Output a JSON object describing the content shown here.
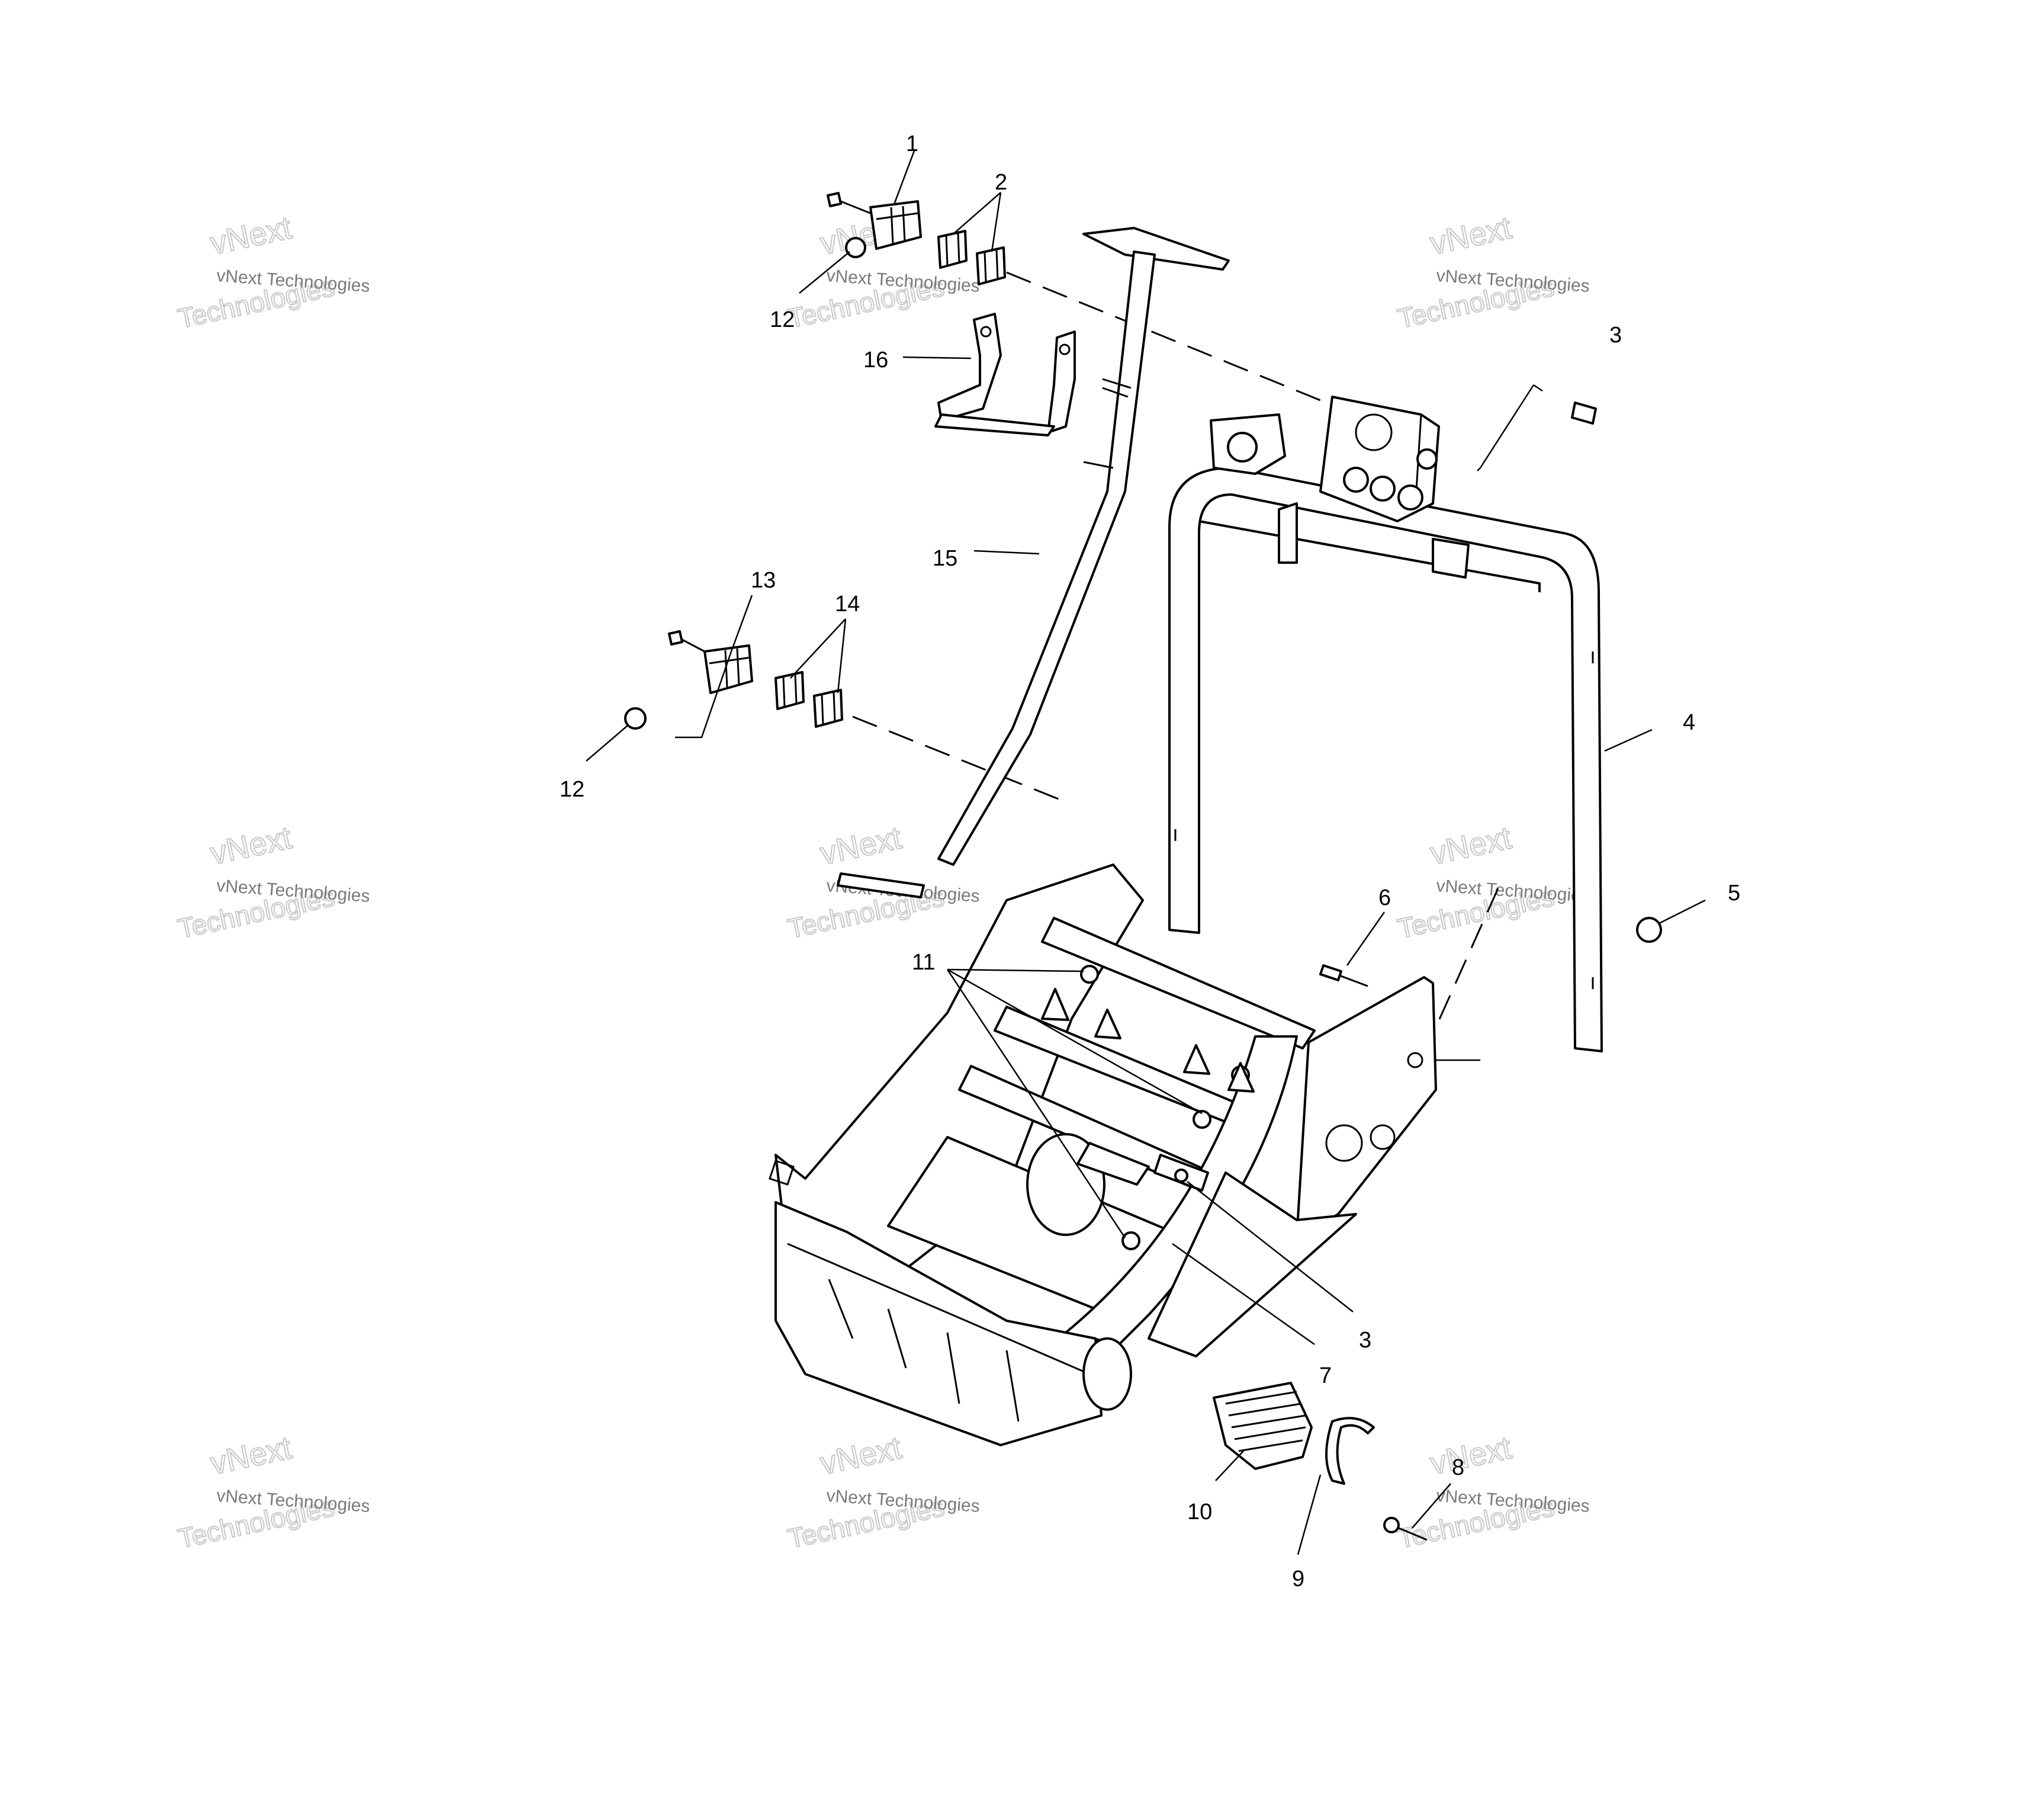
{
  "watermark": {
    "line1": "vNext Technologies",
    "line2": "vNext",
    "line3": "Technologies"
  },
  "callouts": [
    {
      "id": "c1",
      "label": "1"
    },
    {
      "id": "c2",
      "label": "2"
    },
    {
      "id": "c3a",
      "label": "3"
    },
    {
      "id": "c3b",
      "label": "3"
    },
    {
      "id": "c4",
      "label": "4"
    },
    {
      "id": "c5",
      "label": "5"
    },
    {
      "id": "c6",
      "label": "6"
    },
    {
      "id": "c7",
      "label": "7"
    },
    {
      "id": "c8",
      "label": "8"
    },
    {
      "id": "c9",
      "label": "9"
    },
    {
      "id": "c10",
      "label": "10"
    },
    {
      "id": "c11",
      "label": "11"
    },
    {
      "id": "c12a",
      "label": "12"
    },
    {
      "id": "c12b",
      "label": "12"
    },
    {
      "id": "c13",
      "label": "13"
    },
    {
      "id": "c14",
      "label": "14"
    },
    {
      "id": "c15",
      "label": "15"
    },
    {
      "id": "c16",
      "label": "16"
    }
  ]
}
